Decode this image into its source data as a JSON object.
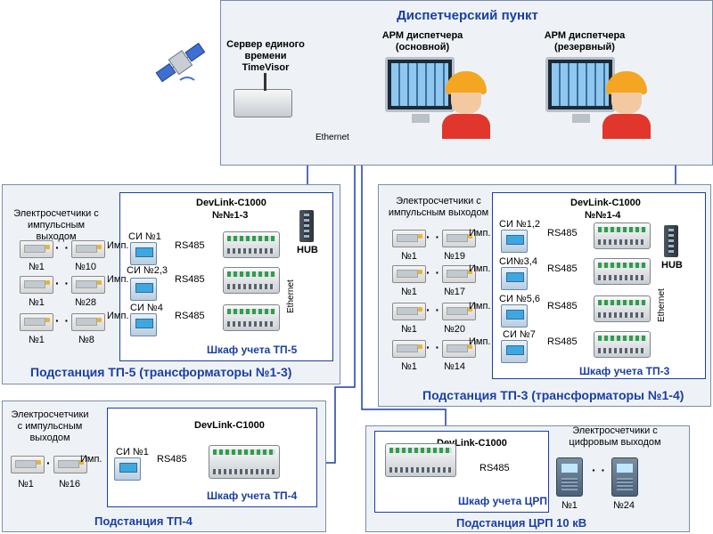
{
  "dispatch": {
    "title": "Диспетчерский пункт",
    "server_label": "Сервер единого\nвремени\nTimeVisor",
    "arm_main": "АРМ диспетчера\n(основной)",
    "arm_reserve": "АРМ диспетчера\n(резервный)",
    "ethernet": "Ethernet",
    "icons": [
      "satellite-icon",
      "server-icon",
      "monitor-icon",
      "operator-icon"
    ]
  },
  "tp5": {
    "substation": "Подстанция ТП-5 (трансформаторы №1-3)",
    "meters_caption": "Электросчетчики с\nимпульсным выходом",
    "device": "DevLink-C1000",
    "device_nums": "№№1-3",
    "cabinet": "Шкаф учета ТП-5",
    "hub": "HUB",
    "ethernet": "Ethernet",
    "imp": "Имп.",
    "rs": "RS485",
    "rows": [
      {
        "first": "№1",
        "last": "№10",
        "si": "СИ №1"
      },
      {
        "first": "№1",
        "last": "№28",
        "si": "СИ №2,3"
      },
      {
        "first": "№1",
        "last": "№8",
        "si": "СИ №4"
      }
    ]
  },
  "tp3": {
    "substation": "Подстанция ТП-3 (трансформаторы №1-4)",
    "meters_caption": "Электросчетчики с\nимпульсным выходом",
    "device": "DevLink-C1000",
    "device_nums": "№№1-4",
    "cabinet": "Шкаф учета ТП-3",
    "hub": "HUB",
    "ethernet": "Ethernet",
    "imp": "Имп.",
    "rs": "RS485",
    "rows": [
      {
        "first": "№1",
        "last": "№19",
        "si": "СИ №1,2"
      },
      {
        "first": "№1",
        "last": "№17",
        "si": "СИ№3,4"
      },
      {
        "first": "№1",
        "last": "№20",
        "si": "СИ №5,6"
      },
      {
        "first": "№1",
        "last": "№14",
        "si": "СИ №7"
      }
    ]
  },
  "tp4": {
    "substation": "Подстанция ТП-4",
    "meters_caption": "Электросчетчики\nс импульсным\nвыходом",
    "device": "DevLink-C1000",
    "cabinet": "Шкаф учета ТП-4",
    "imp": "Имп.",
    "rs": "RS485",
    "row": {
      "first": "№1",
      "last": "№16",
      "si": "СИ №1"
    }
  },
  "crp": {
    "substation": "Подстанция ЦРП 10 кВ",
    "meters_caption": "Электросчетчики с\nцифровым выходом",
    "device": "DevLink-C1000",
    "cabinet": "Шкаф учета ЦРП",
    "rs": "RS485",
    "first": "№1",
    "last": "№24"
  },
  "dots": "· · ·"
}
